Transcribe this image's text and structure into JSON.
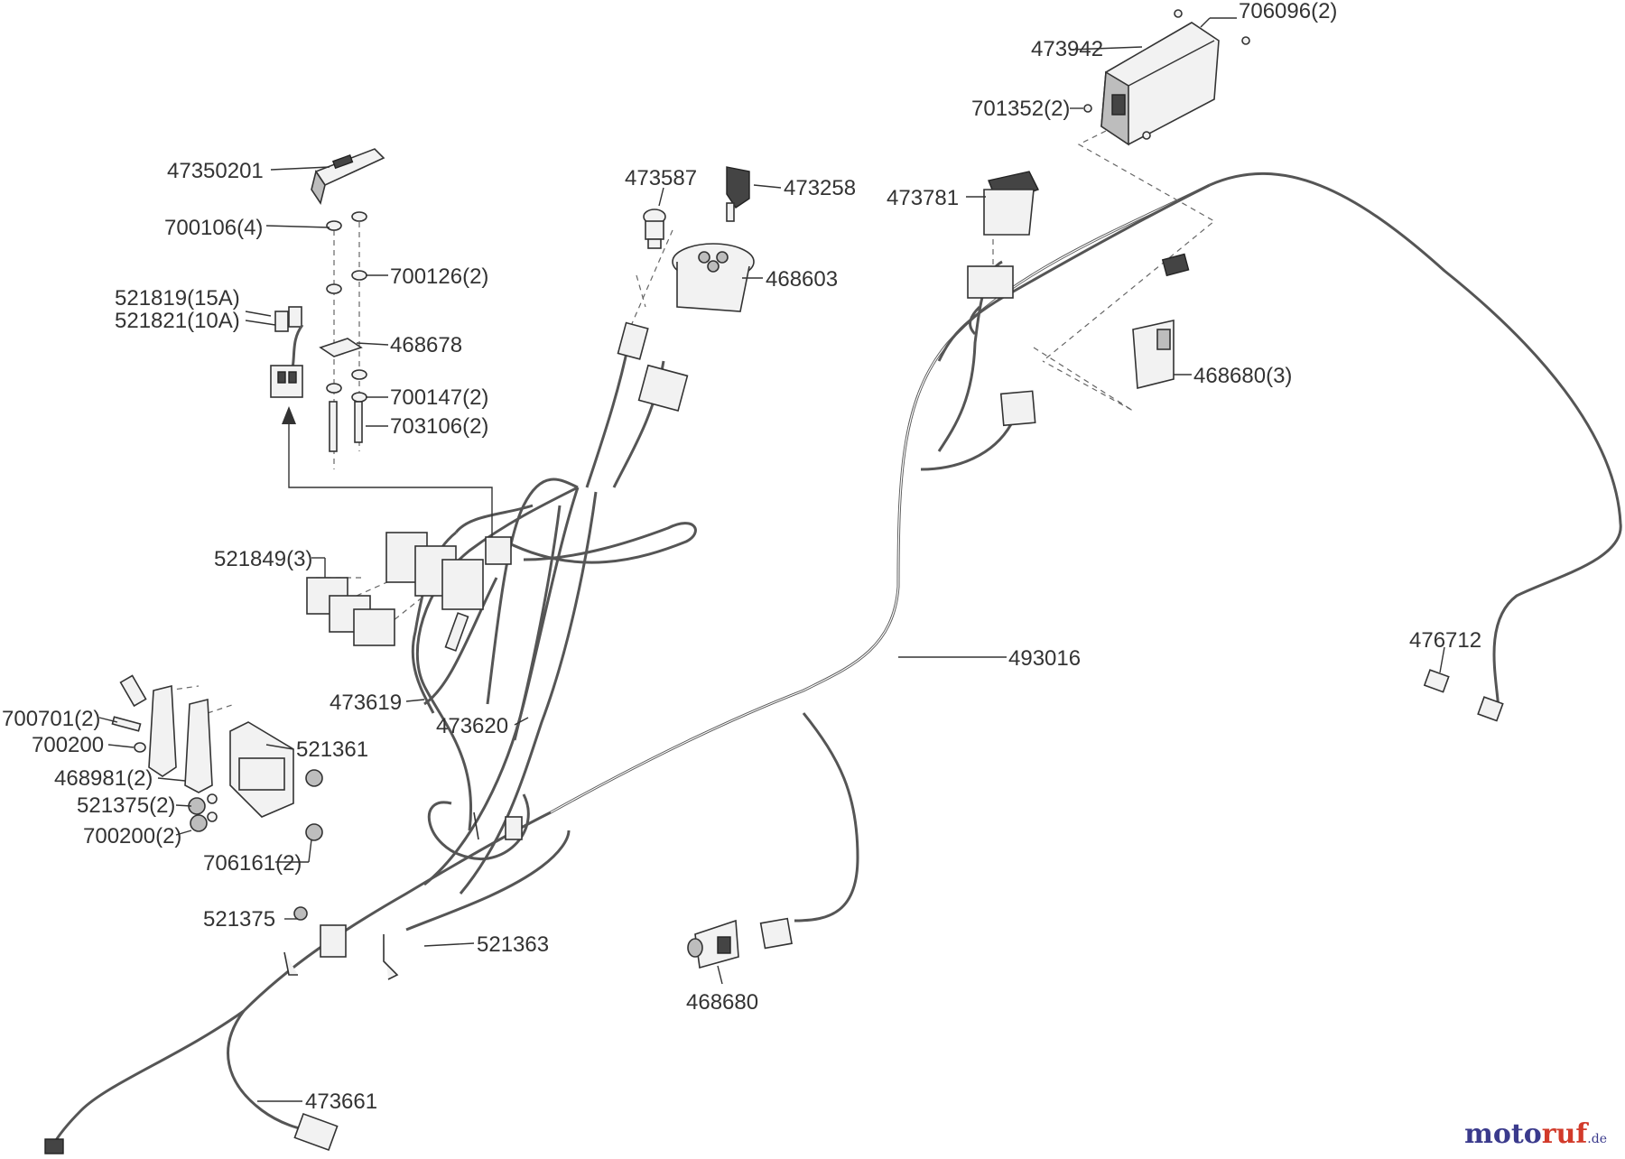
{
  "labels": [
    "706096(2)",
    "473942",
    "701352(2)",
    "47350201",
    "700106(4)",
    "700126(2)",
    "521819(15A)",
    "521821(10A)",
    "468678",
    "700147(2)",
    "703106(2)",
    "473587",
    "473258",
    "468603",
    "473781",
    "468680(3)",
    "521849(3)",
    "473619",
    "473620",
    "493016",
    "476712",
    "700701(2)",
    "700200",
    "521361",
    "468981(2)",
    "521375(2)",
    "700200(2)",
    "706161(2)",
    "521375",
    "521363",
    "468680",
    "473661"
  ],
  "watermark": {
    "brand_a": "moto",
    "brand_b": "ruf",
    "suffix": ".de"
  },
  "colors": {
    "ink": "#333333",
    "watermark_blue": "#3a3a8c",
    "watermark_red": "#d23a2a"
  }
}
